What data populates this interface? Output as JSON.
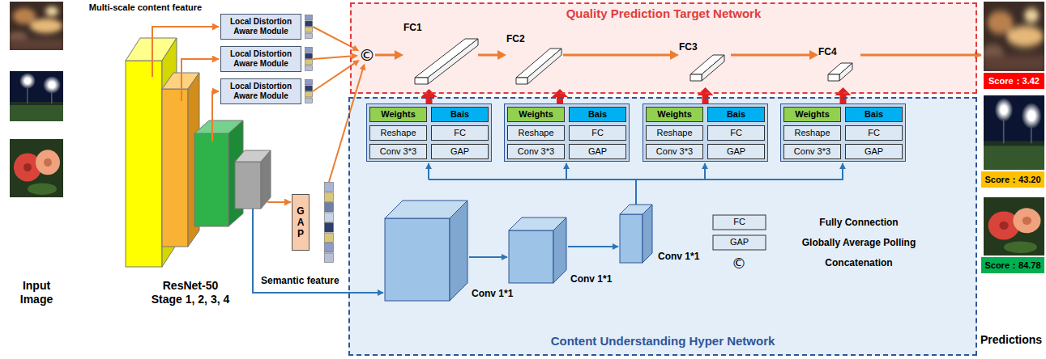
{
  "diagram": {
    "nodes": [
      {
        "text": [
          "Quality Prediction Target Network"
        ]
      },
      {
        "text": [
          "Content Understanding Hyper Network"
        ]
      },
      {
        "text": [
          "Local Distortion Aware Module"
        ]
      },
      {
        "text": [
          "Local Distortion Aware Module"
        ]
      },
      {
        "text": [
          "Local Distortion Aware Module"
        ]
      },
      {
        "text": [
          "GAP"
        ]
      },
      {
        "text": [
          "©"
        ],
        "in": 0
      },
      {
        "text": [
          "FC1"
        ],
        "in": 0
      },
      {
        "text": [
          "FC2"
        ],
        "in": 0
      },
      {
        "text": [
          "FC3"
        ],
        "in": 0
      },
      {
        "text": [
          "FC4"
        ],
        "in": 0
      },
      {
        "text": [],
        "in": 1
      },
      {
        "text": [
          "Weights"
        ],
        "in": 11
      },
      {
        "text": [
          "Bais"
        ],
        "in": 11
      },
      {
        "text": [
          "Reshape"
        ],
        "in": 11
      },
      {
        "text": [
          "FC"
        ],
        "in": 11
      },
      {
        "text": [
          "Conv 3*3"
        ],
        "in": 11
      },
      {
        "text": [
          "GAP"
        ],
        "in": 11
      },
      {
        "text": [],
        "in": 1
      },
      {
        "text": [
          "Weights"
        ],
        "in": 18
      },
      {
        "text": [
          "Bais"
        ],
        "in": 18
      },
      {
        "text": [
          "Reshape"
        ],
        "in": 18
      },
      {
        "text": [
          "FC"
        ],
        "in": 18
      },
      {
        "text": [
          "Conv 3*3"
        ],
        "in": 18
      },
      {
        "text": [
          "GAP"
        ],
        "in": 18
      },
      {
        "text": [],
        "in": 1
      },
      {
        "text": [
          "Weights"
        ],
        "in": 25
      },
      {
        "text": [
          "Bais"
        ],
        "in": 25
      },
      {
        "text": [
          "Reshape"
        ],
        "in": 25
      },
      {
        "text": [
          "FC"
        ],
        "in": 25
      },
      {
        "text": [
          "Conv 3*3"
        ],
        "in": 25
      },
      {
        "text": [
          "GAP"
        ],
        "in": 25
      },
      {
        "text": [],
        "in": 1
      },
      {
        "text": [
          "Weights"
        ],
        "in": 32
      },
      {
        "text": [
          "Bais"
        ],
        "in": 32
      },
      {
        "text": [
          "Reshape"
        ],
        "in": 32
      },
      {
        "text": [
          "FC"
        ],
        "in": 32
      },
      {
        "text": [
          "Conv 3*3"
        ],
        "in": 32
      },
      {
        "text": [
          "GAP"
        ],
        "in": 32
      },
      {
        "text": [
          "Score：3.42"
        ]
      },
      {
        "text": [
          "Score：43.20"
        ]
      },
      {
        "text": [
          "Score：84.78"
        ]
      }
    ],
    "edges": [
      {
        "from": 2,
        "to": 6,
        "arrow": "to"
      },
      {
        "from": 3,
        "to": 6,
        "arrow": "to"
      },
      {
        "from": 4,
        "to": 6,
        "arrow": "to"
      },
      {
        "from": 5,
        "to": 6,
        "arrow": "to"
      },
      {
        "from": 6,
        "to": 7,
        "arrow": "to"
      },
      {
        "from": 7,
        "to": 8,
        "arrow": "to"
      },
      {
        "from": 8,
        "to": 9,
        "arrow": "to"
      },
      {
        "from": 9,
        "to": 10,
        "arrow": "to"
      },
      {
        "from": 11,
        "to": 7,
        "arrow": "to"
      },
      {
        "from": 18,
        "to": 8,
        "arrow": "to"
      },
      {
        "from": 25,
        "to": 9,
        "arrow": "to"
      },
      {
        "from": 32,
        "to": 10,
        "arrow": "to"
      }
    ],
    "labels": [
      "Multi-scale content feature",
      "Input Image",
      "ResNet-50 Stage 1, 2, 3, 4",
      "Semantic feature",
      "Conv 1*1",
      "Conv 1*1",
      "Conv 1*1",
      "FC",
      "GAP",
      "©",
      "Predictions"
    ],
    "legend": [
      {
        "text": "Fully Connection"
      },
      {
        "text": "Globally Average Polling"
      },
      {
        "text": "Concatenation"
      }
    ]
  }
}
